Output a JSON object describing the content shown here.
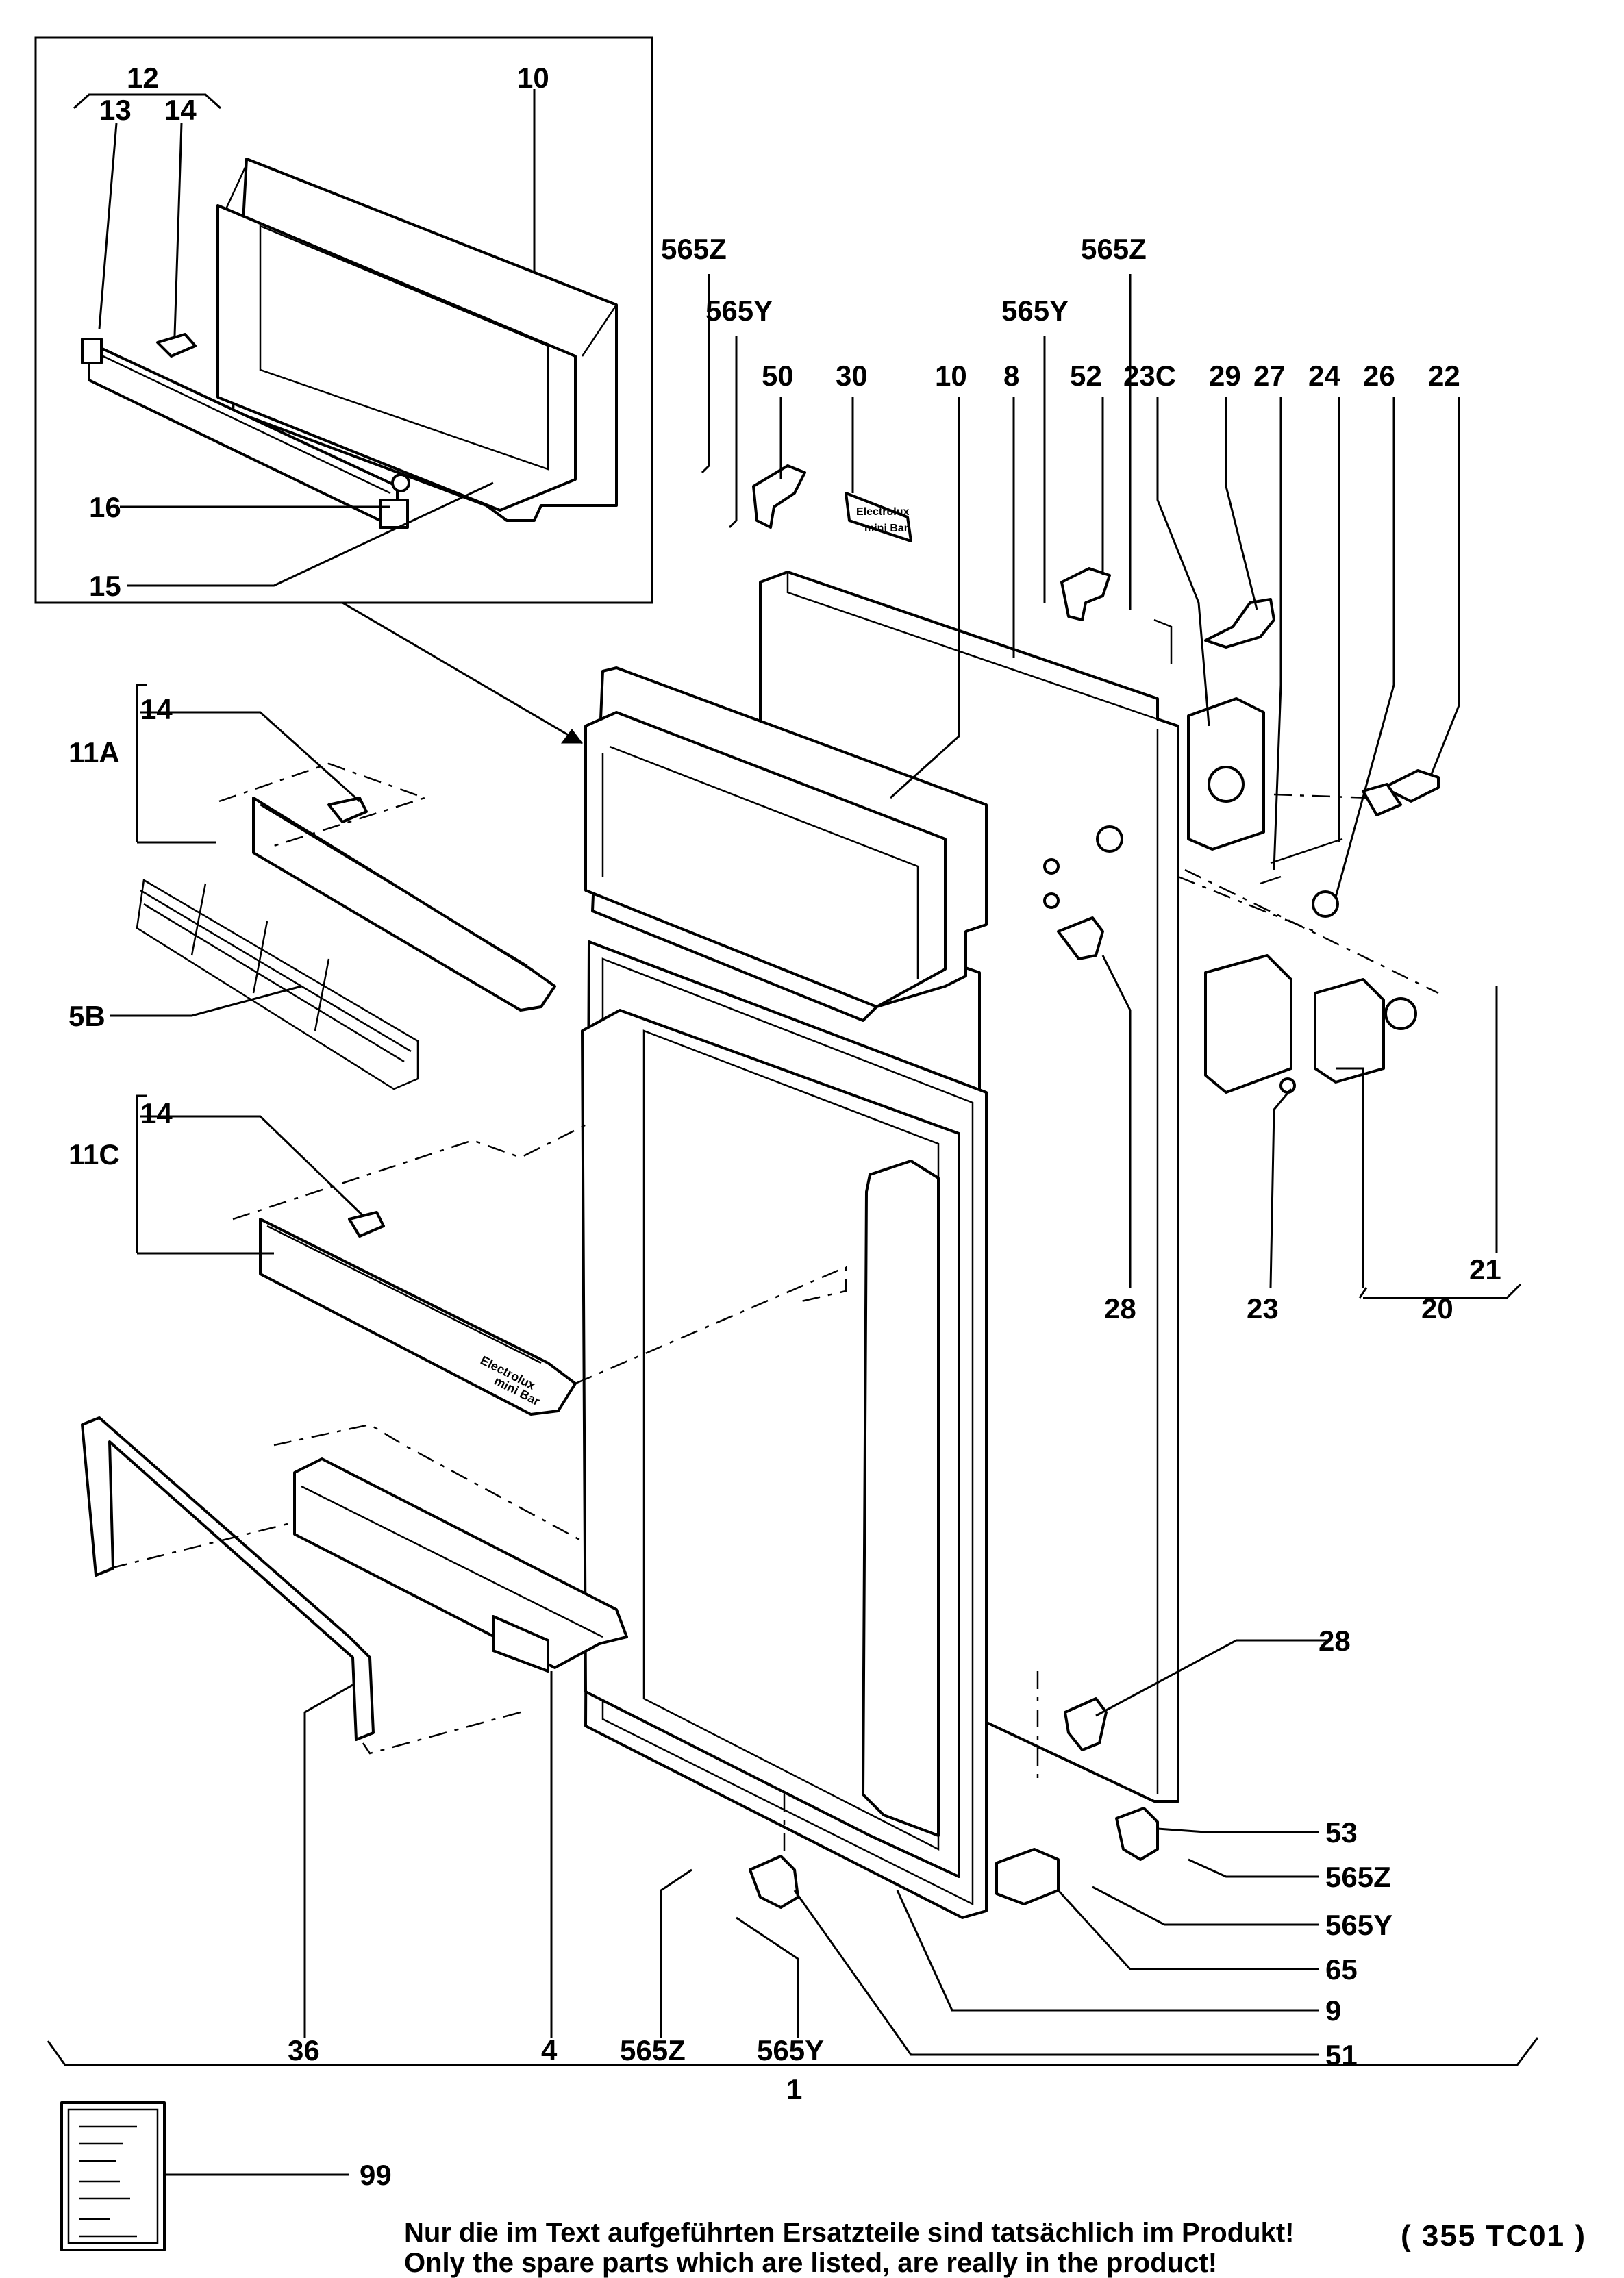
{
  "labels": {
    "l12": "12",
    "l13": "13",
    "l14a": "14",
    "l10a": "10",
    "l16": "16",
    "l15": "15",
    "l565z_a": "565Z",
    "l565y_a": "565Y",
    "l565z_b": "565Z",
    "l565y_b": "565Y",
    "l50": "50",
    "l30": "30",
    "l10b": "10",
    "l8": "8",
    "l52": "52",
    "l23c": "23C",
    "l29": "29",
    "l27": "27",
    "l24": "24",
    "l26": "26",
    "l22": "22",
    "l14b": "14",
    "l11a": "11A",
    "l5b": "5B",
    "l14c": "14",
    "l11c": "11C",
    "l28a": "28",
    "l23": "23",
    "l21": "21",
    "l20": "20",
    "l28b": "28",
    "l53": "53",
    "l565z_c": "565Z",
    "l565y_c": "565Y",
    "l65": "65",
    "l9": "9",
    "l51": "51",
    "l36": "36",
    "l4": "4",
    "l565z_d": "565Z",
    "l565y_d": "565Y",
    "l1": "1",
    "l99": "99"
  },
  "badge": {
    "brand": "Electrolux",
    "model": "mini Bar"
  },
  "note": {
    "de": "Nur die im Text aufgeführten Ersatzteile sind tatsächlich im Produkt!",
    "en": "Only the spare parts which are listed, are really in the product!"
  },
  "drawing_number": "( 355  TC01 )"
}
